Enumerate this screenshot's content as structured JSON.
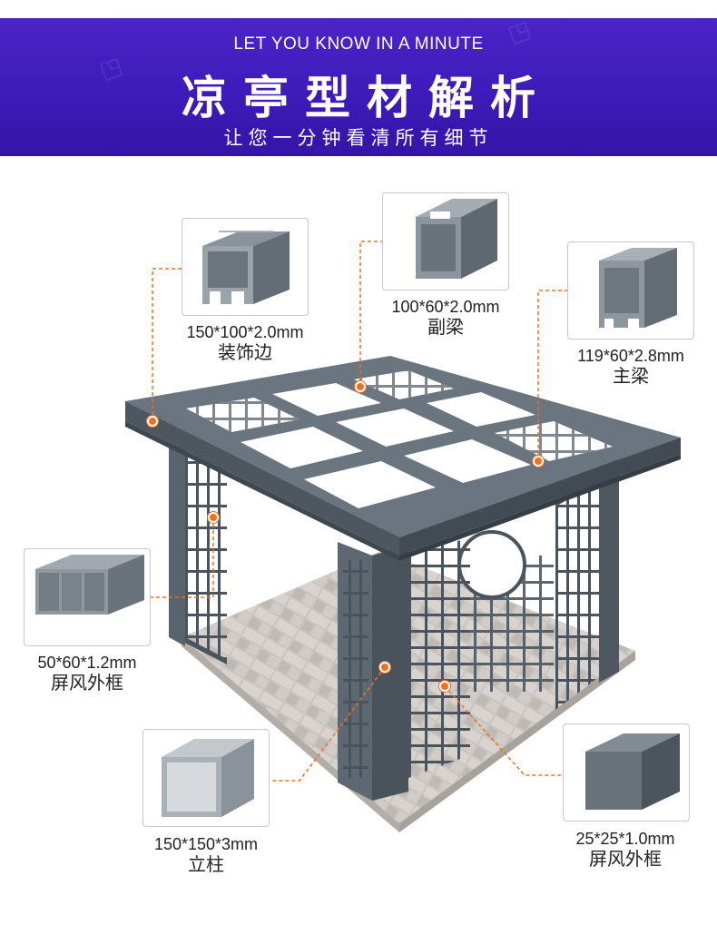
{
  "header": {
    "tagline": "LET YOU KNOW IN A MINUTE",
    "title": "凉亭型材解析",
    "subtitle": "让您一分钟看清所有细节"
  },
  "profiles": [
    {
      "dimensions": "150*100*2.0mm",
      "name": "装饰边"
    },
    {
      "dimensions": "100*60*2.0mm",
      "name": "副梁"
    },
    {
      "dimensions": "119*60*2.8mm",
      "name": "主梁"
    },
    {
      "dimensions": "50*60*1.2mm",
      "name": "屏风外框"
    },
    {
      "dimensions": "150*150*3mm",
      "name": "立柱"
    },
    {
      "dimensions": "25*25*1.0mm",
      "name": "屏风外框"
    }
  ],
  "colors": {
    "banner": "#3c1ab8",
    "callout": "#f07020",
    "metal": "#5a646e"
  }
}
